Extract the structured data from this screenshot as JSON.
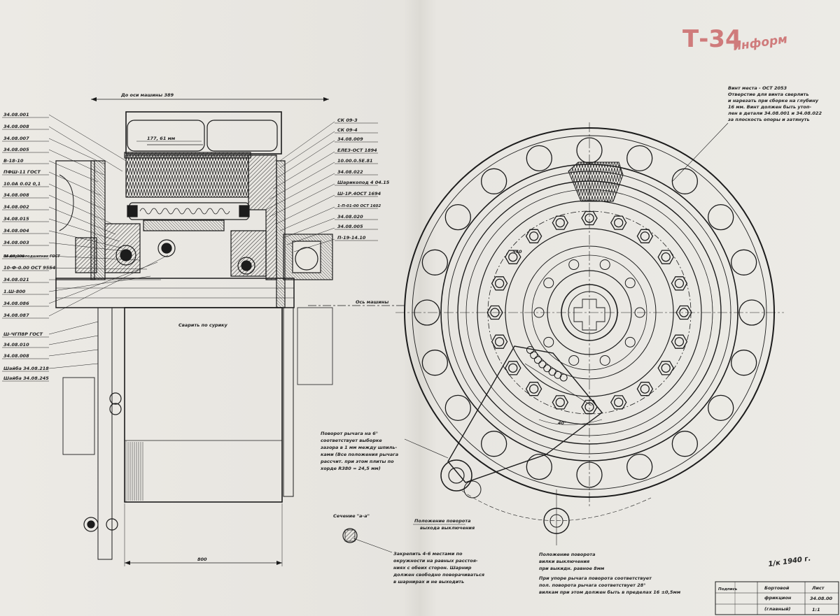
{
  "watermark": {
    "brand": "Т-34",
    "suffix": "информ"
  },
  "left_view": {
    "top_dimension": "До оси машины 389",
    "inner_dimension": "177, 61 мм",
    "left_callouts": [
      "34.08.001",
      "34.08.008",
      "34.08.007",
      "34.08.005",
      "В-18-10",
      "ПФШ-11 ГОСТ",
      "10.0А 0.02 0,1",
      "34.08.008",
      "34.08.002",
      "34.08.015",
      "34.08.004",
      "34.08.003",
      "34.08.006",
      "Ш-шарикоподшипник ГОСТ",
      "10-Ф-0.00 ОСТ 9554",
      "34.08.021",
      "1.Ш-800",
      "34.08.086",
      "34.08.087",
      "Ш-ЧГП8Р ГОСТ",
      "34.08.010",
      "34.08.008",
      "Шайба 34.08.218",
      "Шайба 34.08.245"
    ],
    "right_callouts": [
      "СК 09-3",
      "СК 09-4",
      "34.08.009",
      "ЕЛЕЗ-ОСТ 1894",
      "10.00.0.5Е.81",
      "34.08.022",
      "Шарикопод 4 04.15",
      "Ш-1Р.4ОСТ 1694",
      "1-П-01-00 ОСТ 1602",
      "34.08.020",
      "34.08.005",
      "П-19-14.10"
    ],
    "annotation_section": "Сварить по сурику",
    "axis_label": "Ось машины",
    "bottom_dimension": "800"
  },
  "right_view": {
    "top_note": [
      "Винт места - ОСТ 2053",
      "Отверстие для винта сверлить",
      "и нарезать при сборке на глубину",
      "16 мм. Винт должен быть утоп-",
      "лен в детали 34.08.001 и 34.08.022",
      "за плоскость опоры и затянуть"
    ],
    "dim_540": "540",
    "dim_40": "40°",
    "lever_note": [
      "Поворот рычага на 6°",
      "соответствует выборке",
      "зазора в 1 мм между шпиль-",
      "ками (Все положения рычага",
      "рассчит. при этом плиты по",
      "хорде R380 = 24,5 мм)"
    ],
    "position_label": [
      "Положение поворота",
      "выхода выключения"
    ],
    "section_label": "Сечение \"а-а\"",
    "weld_note": [
      "Закрепить 4-6 местами по",
      "окружности на равных расстоя-",
      "ниях с обеих сторон. Шарнир",
      "должен свободно поворачиваться",
      "в шарнирах и не выходить"
    ],
    "bottom_note": [
      "Положение поворота",
      "вилки выключения",
      "при выкидн. равное 8мм",
      "При упоре рычага поворота соответствует",
      "пол. поворота рычага соответствует 28°",
      "вилкам при этом должен быть в пределах 16 ±0,5мм"
    ]
  },
  "title_block": {
    "date_note": "1/к 1940 г.",
    "drawing_no": "34.08.00",
    "name_1": "Бортовой",
    "name_2": "фрикцион",
    "name_3": "(главный)",
    "signature_note": "Подпись",
    "scale": "1:1",
    "sheet": "Лист"
  }
}
